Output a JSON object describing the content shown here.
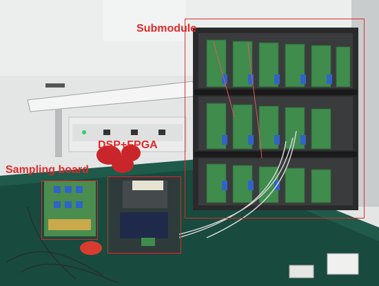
{
  "annotations": {
    "submodule": {
      "label": "Submodule",
      "color": "#e0292b"
    },
    "dsp_fpga": {
      "label": "DSP+FPGA",
      "color": "#e0292b"
    },
    "sampling_board": {
      "label": "Sampling board",
      "color": "#e0292b"
    }
  },
  "background_colors": {
    "wall": "#e4e6e5",
    "bench": "#1f5a4a",
    "frame": "#2a2a2c",
    "pcb": "#3f8c4d"
  }
}
